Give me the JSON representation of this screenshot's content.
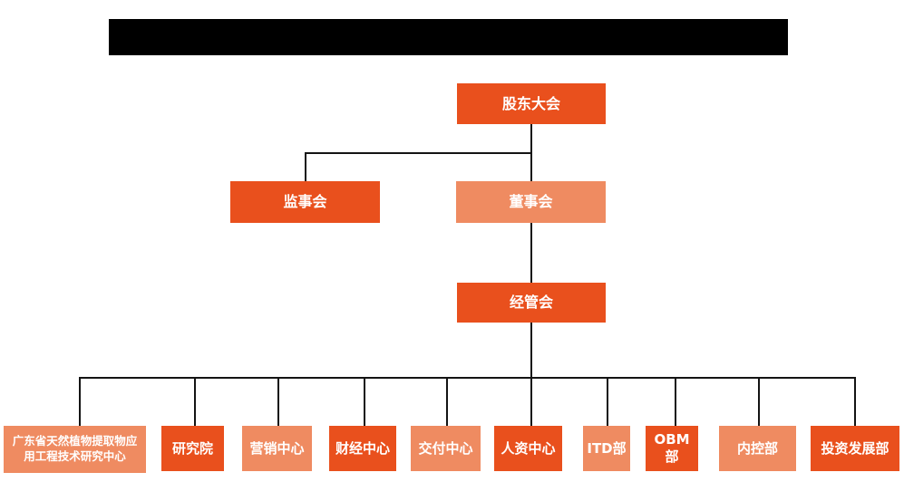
{
  "colors": {
    "primary": "#E9501D",
    "secondary": "#EF8B61",
    "line": "#141414",
    "black_bar": "#000000",
    "node_text": "#FFFFFF"
  },
  "nodes": {
    "shareholders_meeting": "股东大会",
    "supervisory_board": "监事会",
    "board_of_directors": "董事会",
    "management_committee": "经管会"
  },
  "departments": [
    "广东省天然植物提取物应用工程技术研究中心",
    "研究院",
    "营销中心",
    "财经中心",
    "交付中心",
    "人资中心",
    "ITD部",
    "OBM部",
    "内控部",
    "投资发展部"
  ]
}
